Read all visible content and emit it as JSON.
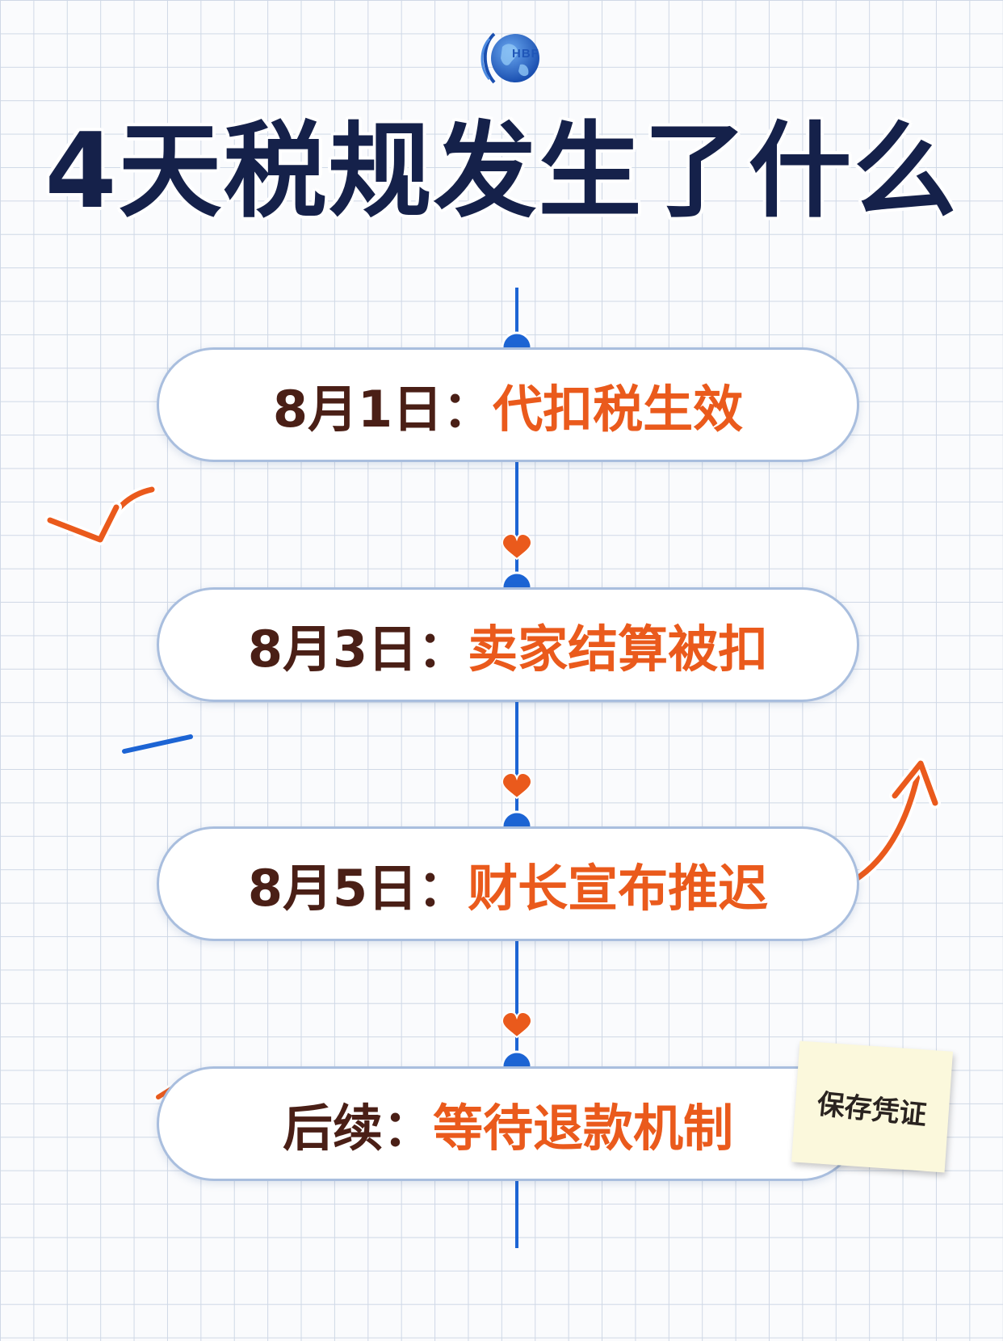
{
  "logo": {
    "text": "HBF"
  },
  "title": "4天税规发生了什么",
  "timeline": [
    {
      "date": "8月1日：",
      "event": "代扣税生效"
    },
    {
      "date": "8月3日：",
      "event": "卖家结算被扣"
    },
    {
      "date": "8月5日：",
      "event": "财长宣布推迟"
    },
    {
      "date": "后续：",
      "event": "等待退款机制"
    }
  ],
  "sticky_note": "保存凭证",
  "colors": {
    "title": "#15214a",
    "date": "#4a1f16",
    "event": "#ea5a1c",
    "accent_blue": "#1c64d4",
    "heart": "#ea5a1c"
  }
}
